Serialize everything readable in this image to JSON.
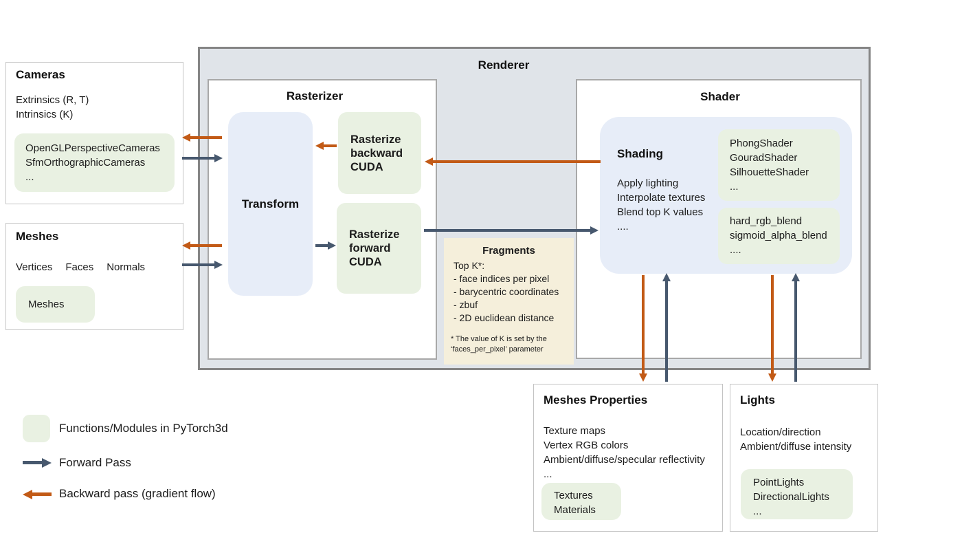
{
  "colors": {
    "renderer_bg": "#e0e4e9",
    "renderer_border": "#858585",
    "panel_border": "#a8a8a8",
    "card_border": "#c4c4c4",
    "green": "#e9f1e2",
    "blue_fill": "#e7edf8",
    "tan": "#f5efdb",
    "forward": "#47586e",
    "backward": "#c25a16"
  },
  "renderer": {
    "title": "Renderer"
  },
  "rasterizer": {
    "title": "Rasterizer",
    "transform_label": "Transform",
    "backward_cuda": "Rasterize\nbackward\nCUDA",
    "forward_cuda": "Rasterize\nforward\nCUDA"
  },
  "fragments": {
    "title": "Fragments",
    "body": "Top K*:\n- face indices per pixel\n- barycentric coordinates\n- zbuf\n- 2D euclidean distance",
    "note": "* The value of K is set by the\n‘faces_per_pixel’ parameter"
  },
  "shader": {
    "title": "Shader",
    "shading_title": "Shading",
    "shading_body": "Apply lighting\nInterpolate textures\nBlend top K values\n....",
    "shader_modules": "PhongShader\nGouradShader\nSilhouetteShader\n...",
    "blend_modules": "hard_rgb_blend\nsigmoid_alpha_blend\n...."
  },
  "cameras": {
    "title": "Cameras",
    "body": "Extrinsics (R, T)\nIntrinsics (K)",
    "modules": "OpenGLPerspectiveCameras\nSfmOrthographicCameras\n..."
  },
  "meshes": {
    "title": "Meshes",
    "fields": [
      "Vertices",
      "Faces",
      "Normals"
    ],
    "modules": "Meshes"
  },
  "meshes_properties": {
    "title": "Meshes Properties",
    "body": "Texture maps\nVertex RGB colors\nAmbient/diffuse/specular reflectivity\n...",
    "modules": "Textures\nMaterials"
  },
  "lights": {
    "title": "Lights",
    "body": "Location/direction\nAmbient/diffuse intensity",
    "modules": "PointLights\nDirectionalLights\n..."
  },
  "legend": {
    "module_label": "Functions/Modules in PyTorch3d",
    "forward_label": "Forward Pass",
    "backward_label": "Backward pass (gradient flow)"
  }
}
